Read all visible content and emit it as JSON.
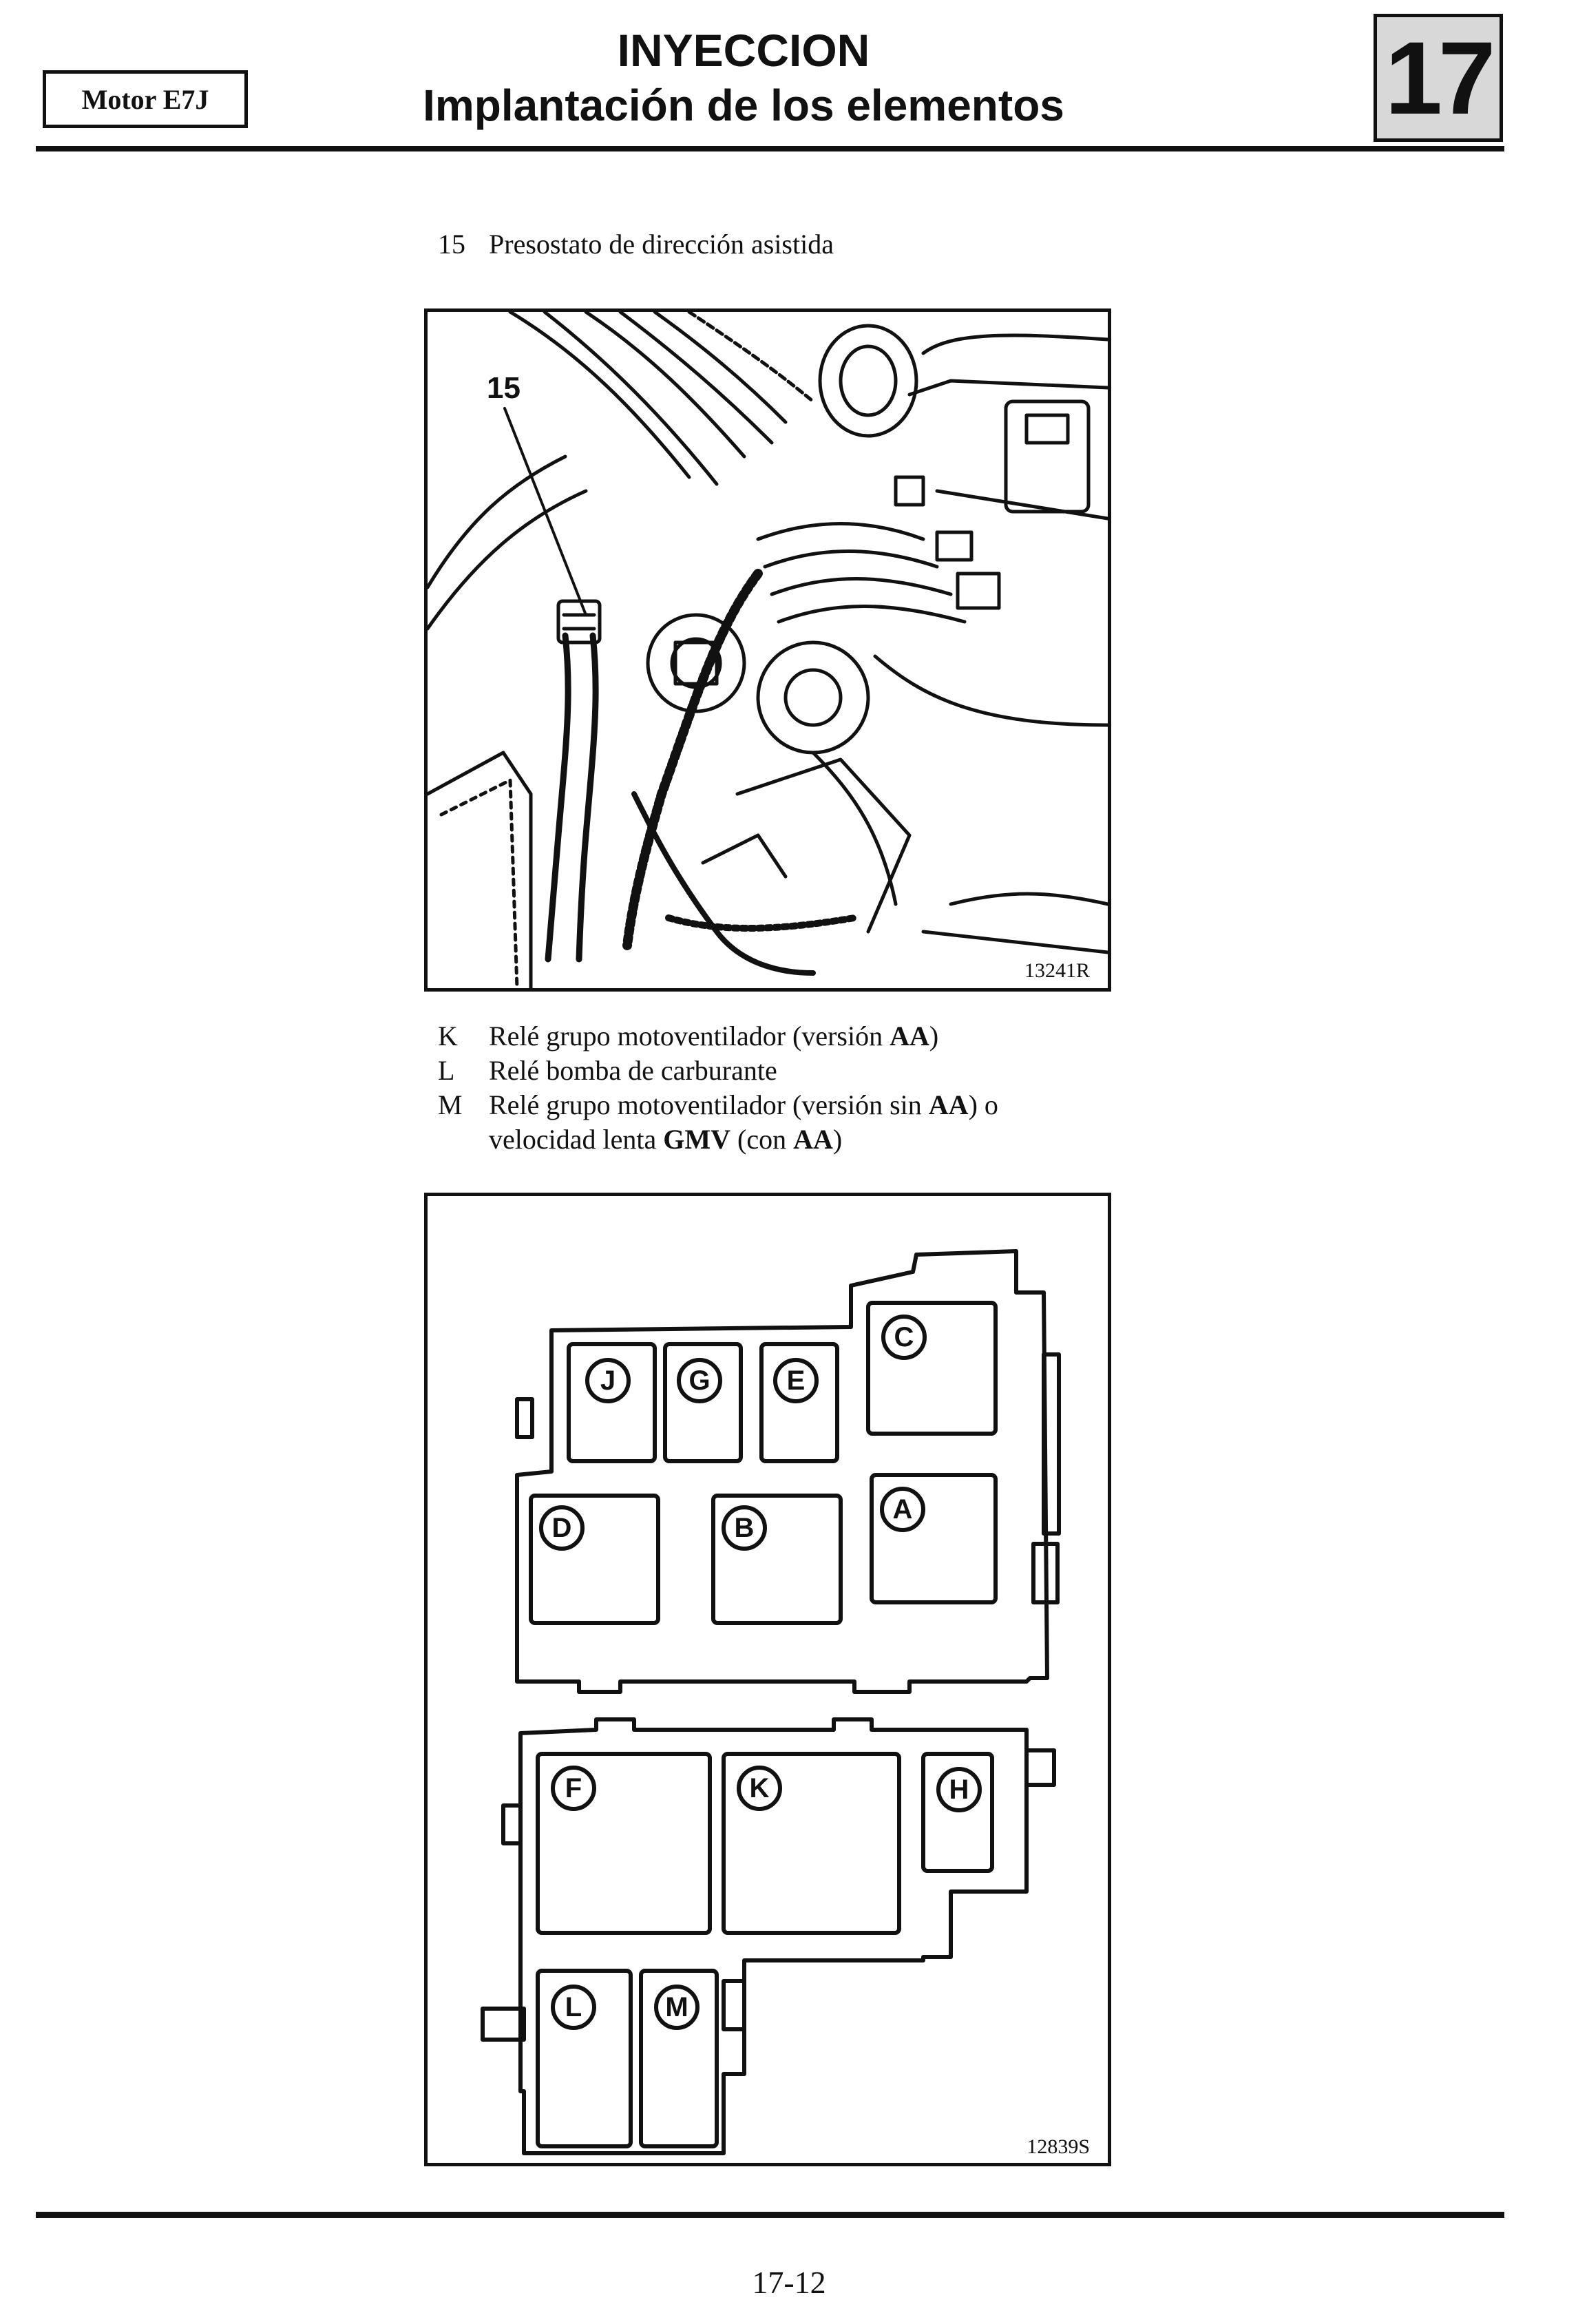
{
  "header": {
    "engine_label": "Motor E7J",
    "title": "INYECCION",
    "subtitle": "Implantación de los elementos",
    "chapter_number": "17"
  },
  "figure1": {
    "caption_number": "15",
    "caption_text": "Presostato de dirección asistida",
    "callout": "15",
    "ref": "13241R"
  },
  "legend": [
    {
      "key": "K",
      "text_before": "Relé grupo motoventilador (versión ",
      "bold": "AA",
      "text_after": ")"
    },
    {
      "key": "L",
      "text_before": "Relé bomba de carburante",
      "bold": "",
      "text_after": ""
    },
    {
      "key": "M",
      "text_before": "Relé grupo motoventilador (versión sin ",
      "bold": "AA",
      "text_after": ") o"
    }
  ],
  "legend_continuation": {
    "text_before": "velocidad lenta ",
    "bold1": "GMV",
    "text_middle": " (con ",
    "bold2": "AA",
    "text_after": ")"
  },
  "figure2": {
    "ref": "12839S",
    "upper_box_relays": [
      "J",
      "G",
      "E",
      "C",
      "D",
      "B",
      "A"
    ],
    "lower_box_relays": [
      "F",
      "K",
      "H",
      "L",
      "M"
    ]
  },
  "footer": {
    "page_number": "17-12"
  }
}
